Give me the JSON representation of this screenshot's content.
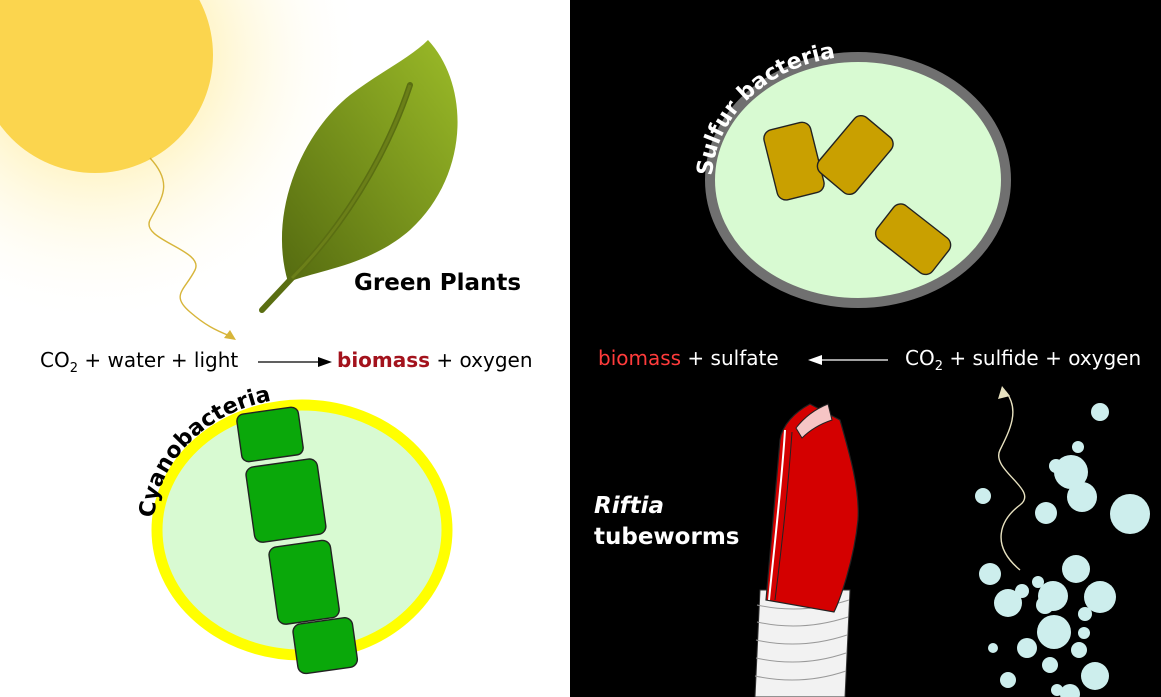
{
  "left": {
    "label_green_plants": "Green Plants",
    "label_cyanobacteria": "Cyanobacteria",
    "equation": {
      "reactant_co": "CO",
      "subscript": "2",
      "reactant_rest": " + water + light",
      "product_main": "biomass",
      "product_rest": " + oxygen"
    }
  },
  "right": {
    "label_sulfur_bacteria": "Sulfur bacteria",
    "label_riftia": "Riftia",
    "label_tubeworms": "tubeworms",
    "equation": {
      "product_main": "biomass",
      "product_rest": " + sulfate",
      "reactant_co": "CO",
      "subscript": "2",
      "reactant_rest": " + sulfide + oxygen"
    }
  },
  "colors": {
    "sun": "#fbd54e",
    "leaf_dark": "#556b10",
    "leaf_light": "#8fae22",
    "cyano_ring": "#ffff00",
    "cyano_cells": "#0aa80a",
    "cell_fill": "#d8fad2",
    "sulfur_ring": "#707070",
    "sulfur_rods": "#c9a000",
    "tubeworm": "#d40000",
    "bubbles": "#cdeeed",
    "biomass_left": "#a3121c",
    "biomass_right": "#ff3b3b"
  }
}
